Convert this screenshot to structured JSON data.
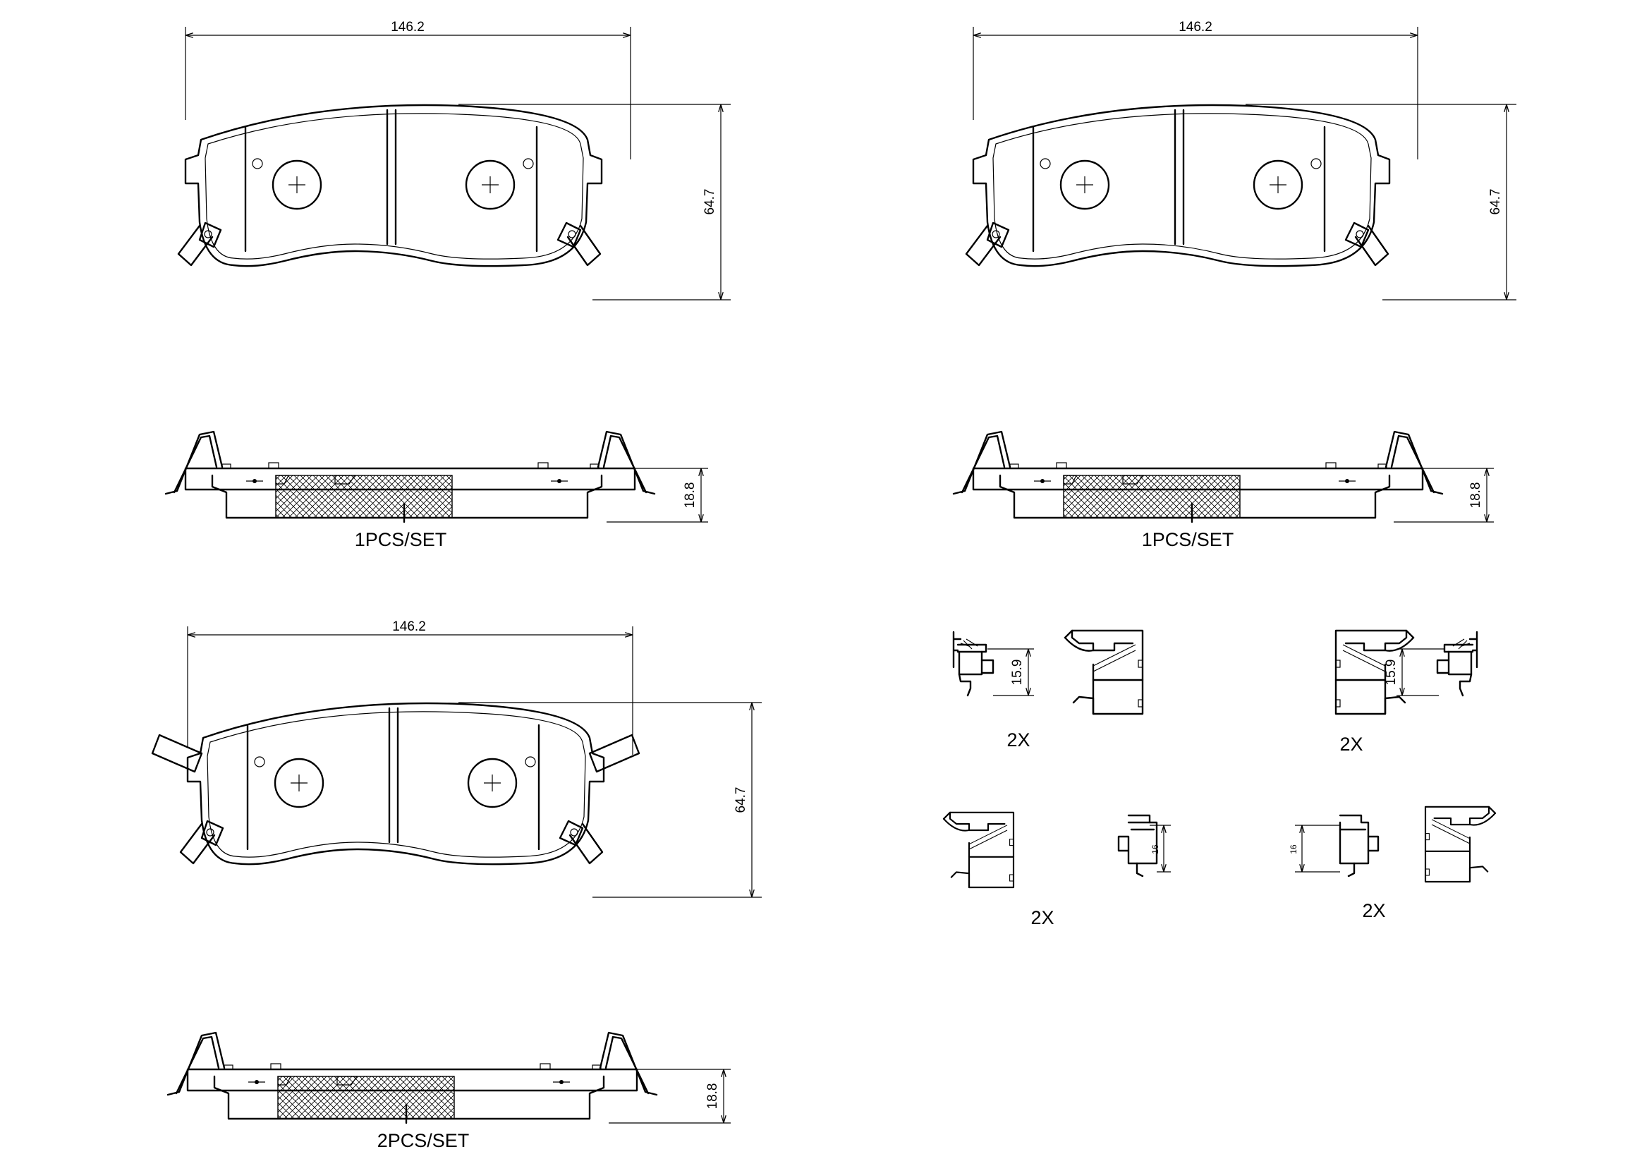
{
  "dimensions": {
    "width": "146.2",
    "height": "64.7",
    "thickness": "18.8",
    "clip_a": "15.9",
    "clip_b": "16"
  },
  "captions": {
    "set_1_left": "1PCS/SET",
    "set_1_right": "1PCS/SET",
    "set_2": "2PCS/SET"
  },
  "clip_quantities": {
    "q1": "2X",
    "q2": "2X",
    "q3": "2X",
    "q4": "2X"
  }
}
